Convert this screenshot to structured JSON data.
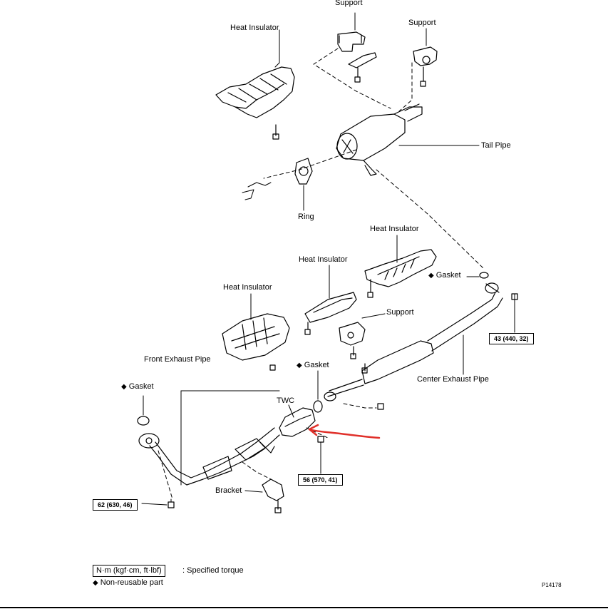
{
  "labels": {
    "support_top": "Support",
    "support_right": "Support",
    "heat_insulator_top": "Heat Insulator",
    "tail_pipe": "Tail Pipe",
    "ring": "Ring",
    "heat_insulator_right": "Heat Insulator",
    "heat_insulator_mid": "Heat Insulator",
    "heat_insulator_left": "Heat Insulator",
    "gasket_right": "Gasket",
    "support_mid": "Support",
    "front_exhaust_pipe": "Front Exhaust Pipe",
    "gasket_mid": "Gasket",
    "gasket_left": "Gasket",
    "twc": "TWC",
    "center_exhaust_pipe": "Center Exhaust Pipe",
    "bracket": "Bracket"
  },
  "torque": {
    "t43": "43 (440, 32)",
    "t56": "56 (570, 41)",
    "t62": "62 (630, 46)"
  },
  "legend": {
    "unit_box": "N·m (kgf·cm, ft·lbf)",
    "unit_text": ": Specified torque",
    "diamond": "◆",
    "nonreusable": "Non-reusable part"
  },
  "figure_code": "P14178",
  "colors": {
    "ink": "#000000",
    "annotation_arrow": "#e0302a"
  }
}
